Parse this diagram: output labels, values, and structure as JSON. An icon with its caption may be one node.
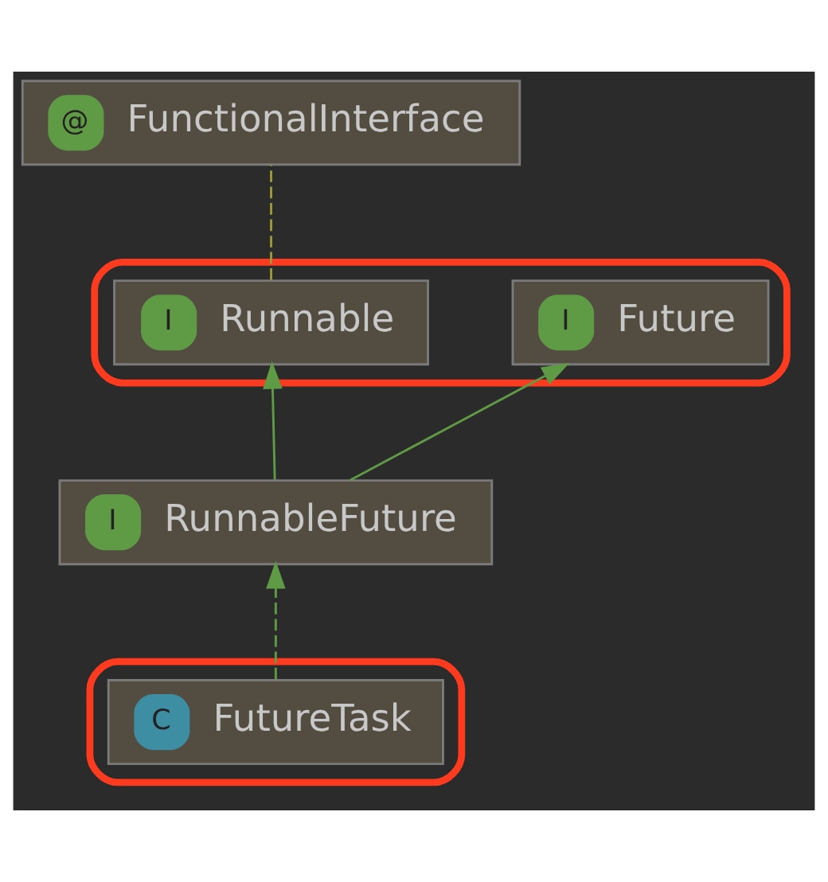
{
  "diagram": {
    "nodes": [
      {
        "text": [
          "@",
          "FunctionalInterface"
        ]
      },
      {
        "text": [],
        "shape": "ellipse"
      },
      {
        "text": [
          "I",
          "Future"
        ],
        "in": 1
      },
      {
        "text": [
          "I",
          "Runnable"
        ],
        "in": 1
      },
      {
        "text": [
          "I",
          "RunnableFuture"
        ]
      },
      {
        "text": [],
        "shape": "ellipse"
      },
      {
        "text": [
          "C",
          "FutureTask"
        ],
        "in": 5
      }
    ],
    "edges": [
      {
        "from": 3,
        "to": 0,
        "arrow": "none",
        "style": "dashed",
        "color": "#9a9a3a"
      },
      {
        "from": 4,
        "to": 2,
        "arrow": "to"
      },
      {
        "from": 4,
        "to": 3,
        "arrow": "to"
      },
      {
        "from": 6,
        "to": 4,
        "arrow": "to",
        "style": "dashed"
      }
    ]
  }
}
